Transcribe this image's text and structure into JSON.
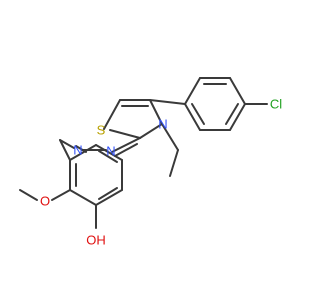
{
  "diagram": {
    "type": "chemical-structure",
    "atoms": {
      "sulfur": "S",
      "nitrogen_azo_1": "N",
      "nitrogen_azo_2": "N",
      "nitrogen_ring": "N",
      "chlorine": "Cl",
      "oxygen_methoxy": "O",
      "hydroxyl": "OH"
    },
    "colors": {
      "bond": "#3a3a3a",
      "sulfur": "#b8a000",
      "nitrogen": "#3050f8",
      "oxygen": "#e01010",
      "chlorine": "#1fa01f"
    }
  }
}
